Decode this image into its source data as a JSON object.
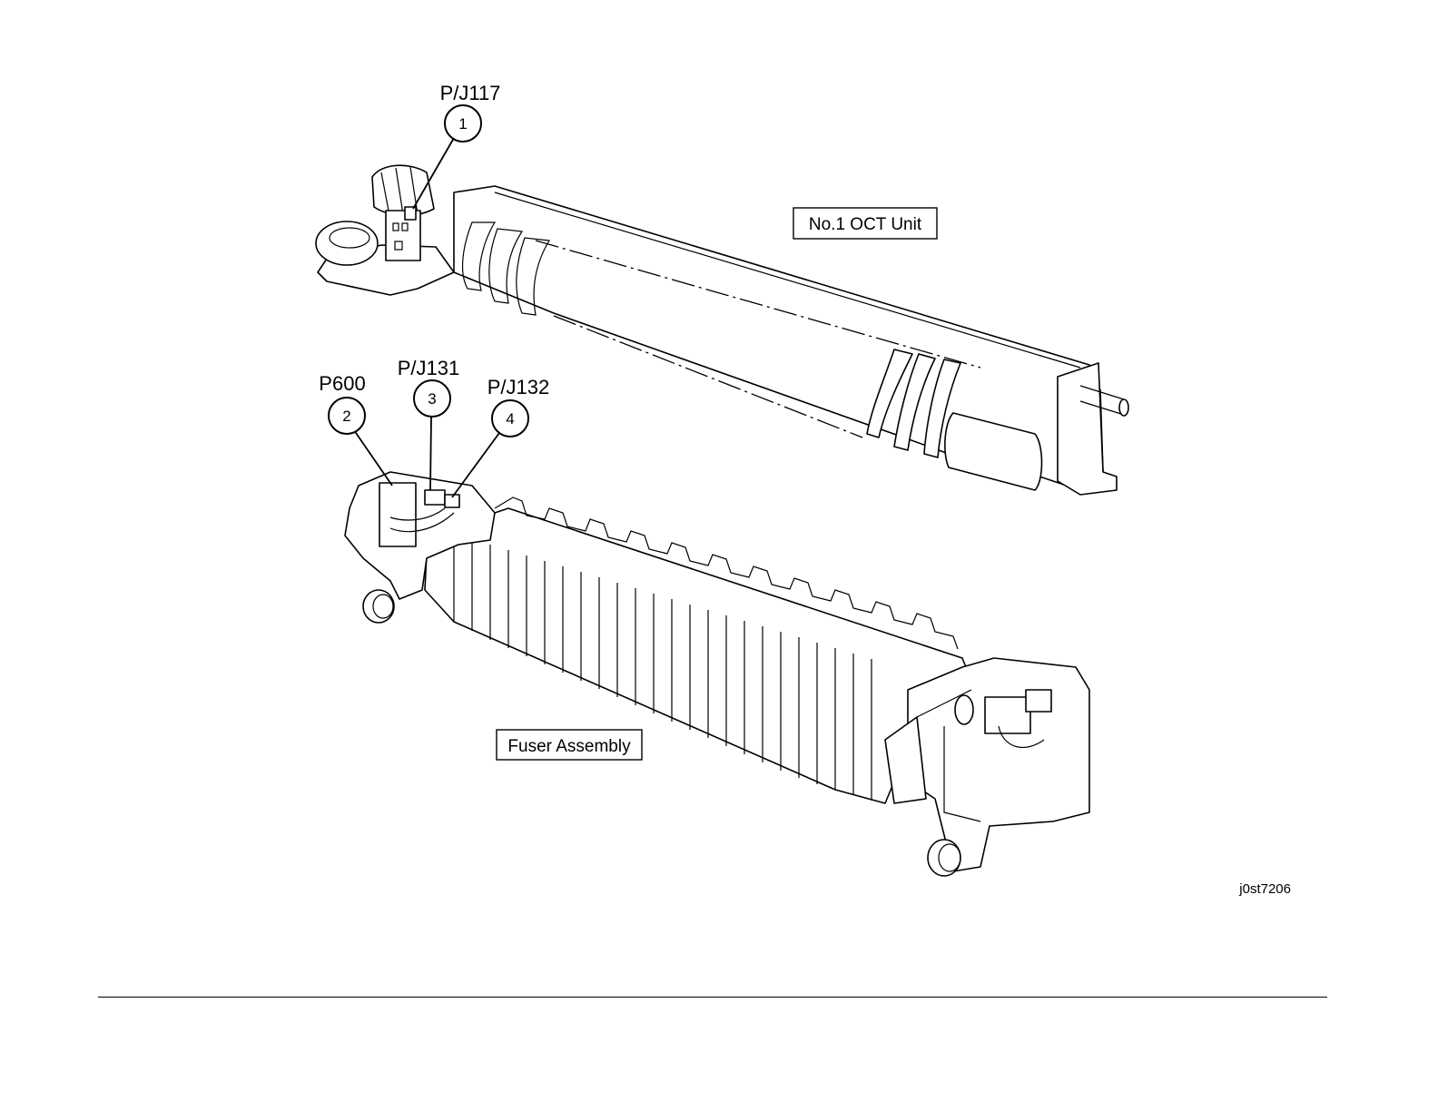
{
  "figure": {
    "figure_id": "j0st7206",
    "units": {
      "oct_unit_label": "No.1 OCT Unit",
      "fuser_label": "Fuser Assembly"
    },
    "callouts": [
      {
        "number": "1",
        "connector": "P/J117"
      },
      {
        "number": "2",
        "connector": "P600"
      },
      {
        "number": "3",
        "connector": "P/J131"
      },
      {
        "number": "4",
        "connector": "P/J132"
      }
    ]
  }
}
